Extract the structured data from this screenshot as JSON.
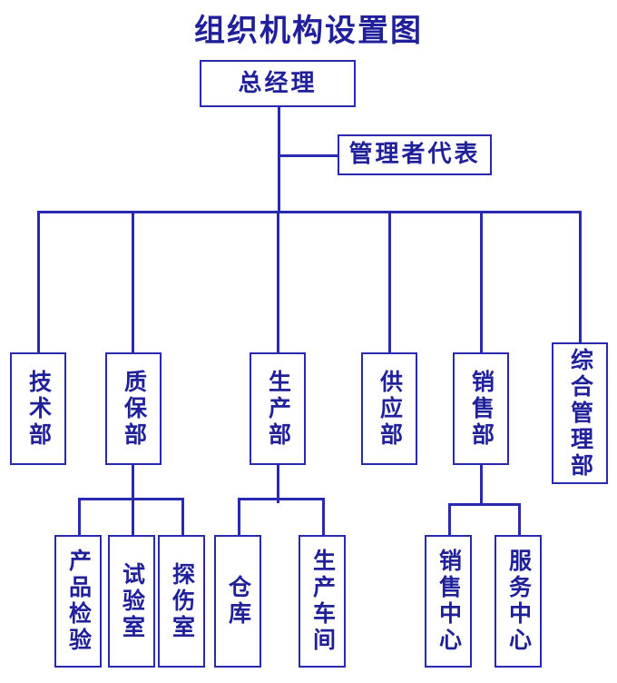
{
  "chart_data": {
    "type": "diagram",
    "title": "组织机构设置图",
    "orientation": "top-down-org-chart",
    "colors": {
      "line": "#2a2ab0",
      "text": "#20209a",
      "background": "#ffffff"
    },
    "nodes": [
      {
        "id": "gm",
        "label": "总经理",
        "level": 0,
        "parent": null
      },
      {
        "id": "mgmt_rep",
        "label": "管理者代表",
        "level": 1,
        "parent": "gm"
      },
      {
        "id": "tech",
        "label": "技术部",
        "level": 2,
        "parent": "gm"
      },
      {
        "id": "qa",
        "label": "质保部",
        "level": 2,
        "parent": "gm"
      },
      {
        "id": "prod",
        "label": "生产部",
        "level": 2,
        "parent": "gm"
      },
      {
        "id": "supply",
        "label": "供应部",
        "level": 2,
        "parent": "gm"
      },
      {
        "id": "sales",
        "label": "销售部",
        "level": 2,
        "parent": "gm"
      },
      {
        "id": "admin",
        "label": "综合管理部",
        "level": 2,
        "parent": "gm"
      },
      {
        "id": "inspect",
        "label": "产品检验",
        "level": 3,
        "parent": "qa"
      },
      {
        "id": "lab",
        "label": "试验室",
        "level": 3,
        "parent": "qa"
      },
      {
        "id": "ndt",
        "label": "探伤室",
        "level": 3,
        "parent": "qa"
      },
      {
        "id": "warehouse",
        "label": "仓库",
        "level": 3,
        "parent": "prod"
      },
      {
        "id": "workshop",
        "label": "生产车间",
        "level": 3,
        "parent": "prod"
      },
      {
        "id": "sales_ctr",
        "label": "销售中心",
        "level": 3,
        "parent": "sales"
      },
      {
        "id": "svc_ctr",
        "label": "服务中心",
        "level": 3,
        "parent": "sales"
      }
    ]
  },
  "title": "组织机构设置图",
  "level0": {
    "general_manager": "总经理"
  },
  "level1": {
    "management_representative": "管理者代表"
  },
  "departments": [
    {
      "label": "技术部"
    },
    {
      "label": "质保部"
    },
    {
      "label": "生产部"
    },
    {
      "label": "供应部"
    },
    {
      "label": "销售部"
    },
    {
      "label": "综合管理部"
    }
  ],
  "subunits": {
    "quality": [
      {
        "label": "产品检验"
      },
      {
        "label": "试验室"
      },
      {
        "label": "探伤室"
      }
    ],
    "production": [
      {
        "label": "仓库"
      },
      {
        "label": "生产车间"
      }
    ],
    "sales": [
      {
        "label": "销售中心"
      },
      {
        "label": "服务中心"
      }
    ]
  }
}
